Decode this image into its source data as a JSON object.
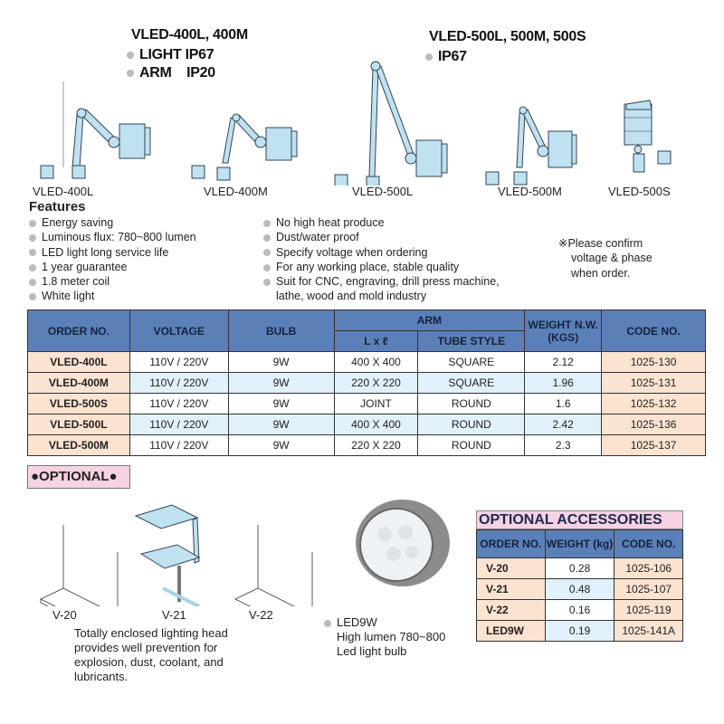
{
  "header": {
    "group1": {
      "title": "VLED-400L, 400M",
      "specs": [
        "LIGHT IP67",
        "ARM    IP20"
      ]
    },
    "group2": {
      "title": "VLED-500L, 500M, 500S",
      "specs": [
        "IP67"
      ]
    }
  },
  "models": [
    "VLED-400L",
    "VLED-400M",
    "VLED-500L",
    "VLED-500M",
    "VLED-500S"
  ],
  "features": {
    "title": "Features",
    "left": [
      "Energy saving",
      "Luminous flux: 780~800 lumen",
      "LED light long service life",
      "1 year guarantee",
      "1.8 meter coil",
      "White light"
    ],
    "middle": [
      "No high heat produce",
      "Dust/water proof",
      "Specify voltage when ordering",
      "For any working place, stable quality",
      "Suit for CNC, engraving, drill press machine,",
      "lathe, wood and mold industry"
    ],
    "note": [
      "※Please confirm",
      "voltage & phase",
      "when order."
    ]
  },
  "spec_table": {
    "headers": {
      "order": "ORDER NO.",
      "voltage": "VOLTAGE",
      "bulb": "BULB",
      "arm": "ARM",
      "lxl": "L x ℓ",
      "tube": "TUBE STYLE",
      "weight": "WEIGHT N.W.(KGS)",
      "code": "CODE NO."
    },
    "rows": [
      [
        "VLED-400L",
        "110V / 220V",
        "9W",
        "400 X 400",
        "SQUARE",
        "2.12",
        "1025-130"
      ],
      [
        "VLED-400M",
        "110V / 220V",
        "9W",
        "220 X 220",
        "SQUARE",
        "1.96",
        "1025-131"
      ],
      [
        "VLED-500S",
        "110V / 220V",
        "9W",
        "JOINT",
        "ROUND",
        "1.6",
        "1025-132"
      ],
      [
        "VLED-500L",
        "110V / 220V",
        "9W",
        "400 X 400",
        "ROUND",
        "2.42",
        "1025-136"
      ],
      [
        "VLED-500M",
        "110V / 220V",
        "9W",
        "220 X 220",
        "ROUND",
        "2.3",
        "1025-137"
      ]
    ]
  },
  "optional": {
    "title": "●OPTIONAL●",
    "brackets": [
      "V-20",
      "V-21",
      "V-22"
    ],
    "description": [
      "Totally enclosed lighting head",
      "provides well prevention for",
      "explosion, dust, coolant, and",
      "lubricants."
    ],
    "bulb": {
      "name": "LED9W",
      "lines": [
        "High lumen 780~800",
        "Led light bulb"
      ]
    }
  },
  "accessories": {
    "title": "OPTIONAL ACCESSORIES",
    "headers": [
      "ORDER NO.",
      "WEIGHT (kg)",
      "CODE NO."
    ],
    "rows": [
      [
        "V-20",
        "0.28",
        "1025-106"
      ],
      [
        "V-21",
        "0.48",
        "1025-107"
      ],
      [
        "V-22",
        "0.16",
        "1025-119"
      ],
      [
        "LED9W",
        "0.19",
        "1025-141A"
      ]
    ]
  }
}
